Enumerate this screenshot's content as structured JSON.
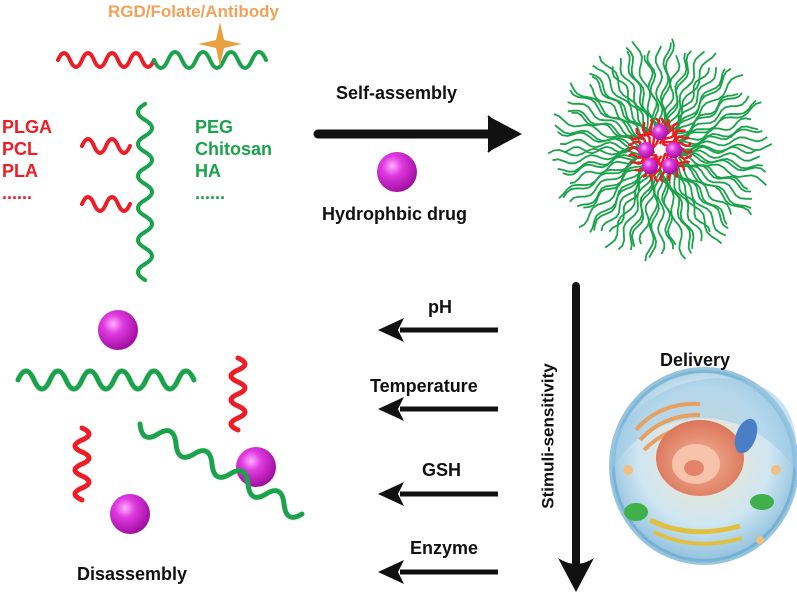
{
  "ligand_label": "RGD/Folate/Antibody",
  "hydrophobic_blocks": [
    "PLGA",
    "PCL",
    "PLA",
    "......"
  ],
  "hydrophilic_blocks": [
    "PEG",
    "Chitosan",
    "HA",
    "......"
  ],
  "self_assembly_label": "Self-assembly",
  "drug_label": "Hydrophbic drug",
  "stimuli_label": "Stimuli-sensitivity",
  "delivery_label": "Delivery",
  "disassembly_label": "Disassembly",
  "stimuli": [
    "pH",
    "Temperature",
    "GSH",
    "Enzyme"
  ],
  "colors": {
    "hydrophobic": "#ee1c25",
    "hydrophilic": "#1aa34a",
    "drug": "#cc22cc",
    "ligand": "#e8a040"
  }
}
